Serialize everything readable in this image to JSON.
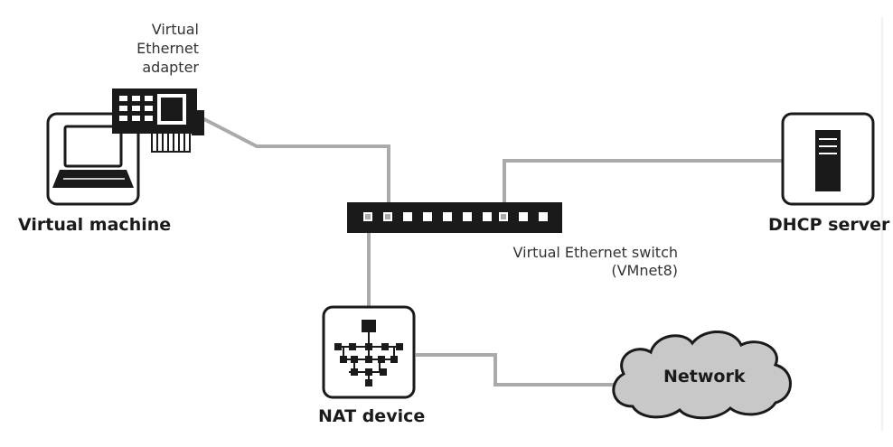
{
  "labels": {
    "virtual_ethernet_adapter": [
      "Virtual",
      "Ethernet",
      "adapter"
    ],
    "virtual_machine": "Virtual machine",
    "dhcp_server": "DHCP server",
    "switch": [
      "Virtual Ethernet switch",
      "(VMnet8)"
    ],
    "nat_device": "NAT device",
    "network": "Network"
  },
  "colors": {
    "line": "#aaaaaa",
    "device_fill": "#1a1a1a",
    "outline": "#1a1a1a"
  }
}
